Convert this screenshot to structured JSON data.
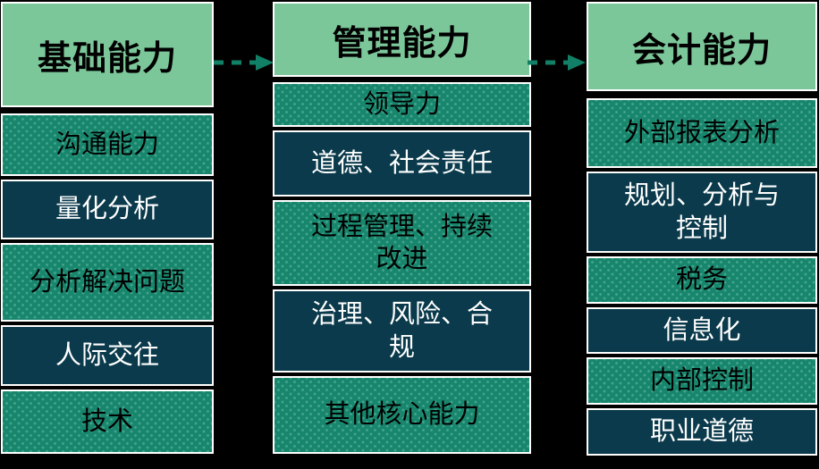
{
  "diagram": {
    "title": "capability-flow",
    "colors": {
      "background": "#000000",
      "header_bg": "#7cc79a",
      "teal_bg": "#17866d",
      "navy_bg": "#0a3a4b",
      "border": "#ffffff",
      "arrow": "#128066",
      "header_text": "#000000",
      "teal_text": "#000000",
      "navy_text": "#ffffff"
    },
    "columns": [
      {
        "header": "基础能力",
        "items": [
          {
            "label": "沟通能力",
            "variant": "teal"
          },
          {
            "label": "量化分析",
            "variant": "navy"
          },
          {
            "label": "分析解决问题",
            "variant": "teal"
          },
          {
            "label": "人际交往",
            "variant": "navy"
          },
          {
            "label": "技术",
            "variant": "teal"
          }
        ]
      },
      {
        "header": "管理能力",
        "items": [
          {
            "label": "领导力",
            "variant": "teal"
          },
          {
            "label": "道德、社会责任",
            "variant": "navy"
          },
          {
            "label": "过程管理、持续\n改进",
            "variant": "teal"
          },
          {
            "label": "治理、风险、合\n规",
            "variant": "navy"
          },
          {
            "label": "其他核心能力",
            "variant": "teal"
          }
        ]
      },
      {
        "header": "会计能力",
        "items": [
          {
            "label": "外部报表分析",
            "variant": "teal"
          },
          {
            "label": "规划、分析与\n控制",
            "variant": "navy"
          },
          {
            "label": "税务",
            "variant": "teal"
          },
          {
            "label": "信息化",
            "variant": "navy"
          },
          {
            "label": "内部控制",
            "variant": "teal"
          },
          {
            "label": "职业道德",
            "variant": "navy"
          }
        ]
      }
    ],
    "arrows": [
      {
        "name": "basic-to-management",
        "direction": "right",
        "style": "dashed"
      },
      {
        "name": "management-to-accounting",
        "direction": "right",
        "style": "dashed"
      }
    ]
  }
}
